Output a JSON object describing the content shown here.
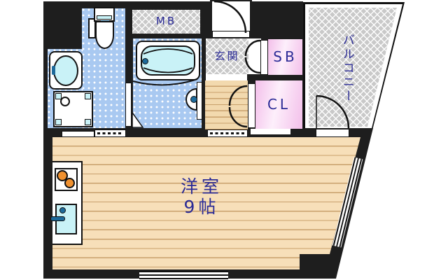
{
  "plan": {
    "title": "apartment floor plan",
    "rooms": {
      "meter_box_label": "MB",
      "entrance_label": "玄関",
      "shoe_box_label": "SB",
      "closet_label": "CL",
      "balcony_label": "バルコニー",
      "main_room_name": "洋室",
      "main_room_size": "9帖"
    },
    "fixtures": [
      "toilet",
      "washbasin",
      "washing-machine-pan",
      "bathtub",
      "stove",
      "kitchen-sink"
    ],
    "colors": {
      "wall": "#1e1e1e",
      "wet_area_floor": "#a9c9f1",
      "wood_floor": "#f7dfb9",
      "hatch_gray": "#c9c9c9",
      "storage_pink": "#f3bfea",
      "fixture_cyan": "#c9f2f7",
      "label_navy": "#2b2b96",
      "burner_orange": "#f0912f",
      "faucet_blue": "#1d6a9b"
    }
  }
}
